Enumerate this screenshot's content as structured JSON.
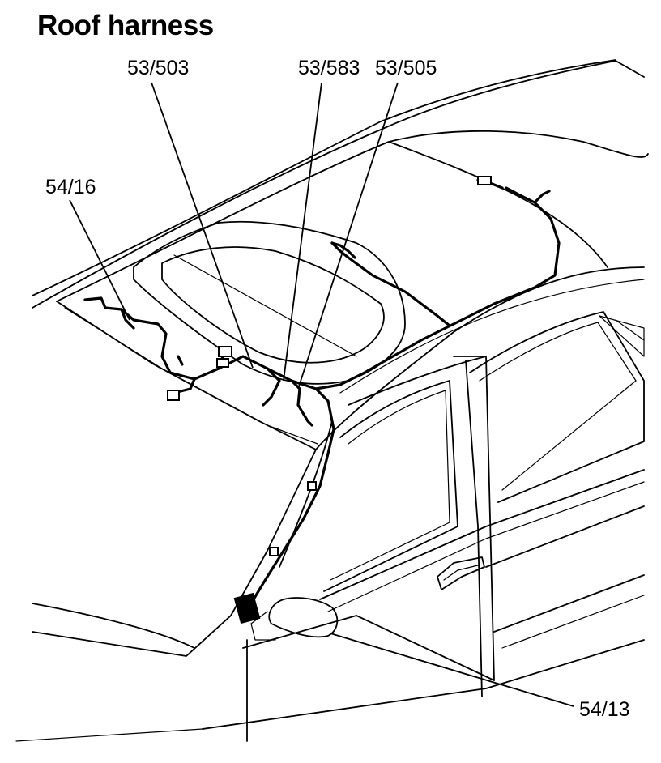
{
  "title": "Roof harness",
  "callouts": {
    "c53_503": "53/503",
    "c53_583": "53/583",
    "c53_505": "53/505",
    "c54_16": "54/16",
    "c54_13": "54/13"
  }
}
